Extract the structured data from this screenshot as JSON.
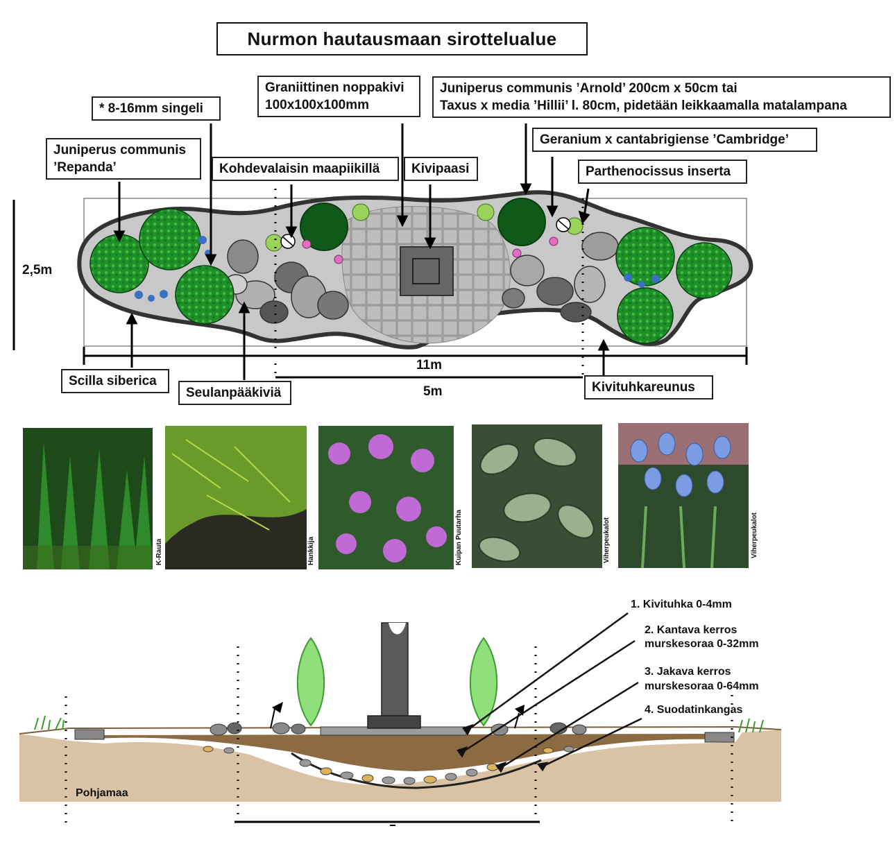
{
  "title": "Nurmon hautausmaan sirottelualue",
  "plan": {
    "labels": {
      "juniper_repanda": [
        "Juniperus communis",
        "’Repanda’"
      ],
      "gravel": "* 8-16mm singeli",
      "granite_cobble": [
        "Graniittinen noppakivi",
        "100x100x100mm"
      ],
      "juniper_arnold": [
        "Juniperus communis ’Arnold’ 200cm x 50cm tai",
        "Taxus x media ’Hillii’ l. 80cm, pidetään leikkaamalla matalampana"
      ],
      "geranium": "Geranium x cantabrigiense ’Cambridge’",
      "spotlight": "Kohdevalaisin maapiikillä",
      "stone_slab": "Kivipaasi",
      "parthenocissus": "Parthenocissus inserta",
      "scilla": "Scilla siberica",
      "screen_stones": "Seulanpääkiviä",
      "stone_dust_edge": "Kivituhkareunus"
    },
    "dimensions": {
      "height": "2,5m",
      "length": "11m",
      "inner": "5m"
    }
  },
  "photos": [
    {
      "name": "juniper-arnold",
      "credit": "K-Rauta",
      "color": "#2e7d2a"
    },
    {
      "name": "juniper-repanda",
      "credit": "Hankkija",
      "color": "#6a9a2a"
    },
    {
      "name": "geranium",
      "credit": "Kuipan Puutarha",
      "color": "#b35fc9"
    },
    {
      "name": "parthenocissus",
      "credit": "Viherpeukalot",
      "color": "#4f6b45"
    },
    {
      "name": "scilla",
      "credit": "Viherpeukalot",
      "color": "#6d8fd8"
    }
  ],
  "section": {
    "layers": [
      "1.   Kivituhka 0-4mm",
      "2. Kantava kerros",
      "murskesoraa 0-32mm",
      "3. Jakava kerros",
      "murskesoraa 0-64mm",
      "4. Suodatinkangas"
    ],
    "ground": "Pohjamaa"
  },
  "colors": {
    "plant_green": "#1f8f2a",
    "stone_grey": "#9a9a9a",
    "soil": "#d9c3a4",
    "edge": "#555555"
  }
}
